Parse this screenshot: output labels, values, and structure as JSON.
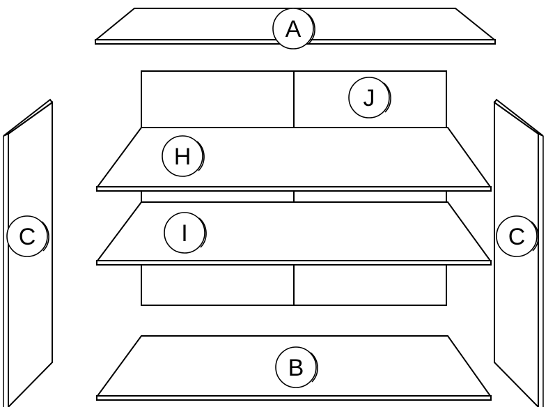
{
  "labels": {
    "top_panel": "A",
    "bottom_panel": "B",
    "left_side": "C",
    "right_side": "C",
    "upper_shelf": "H",
    "lower_shelf": "I",
    "back_panel": "J"
  }
}
